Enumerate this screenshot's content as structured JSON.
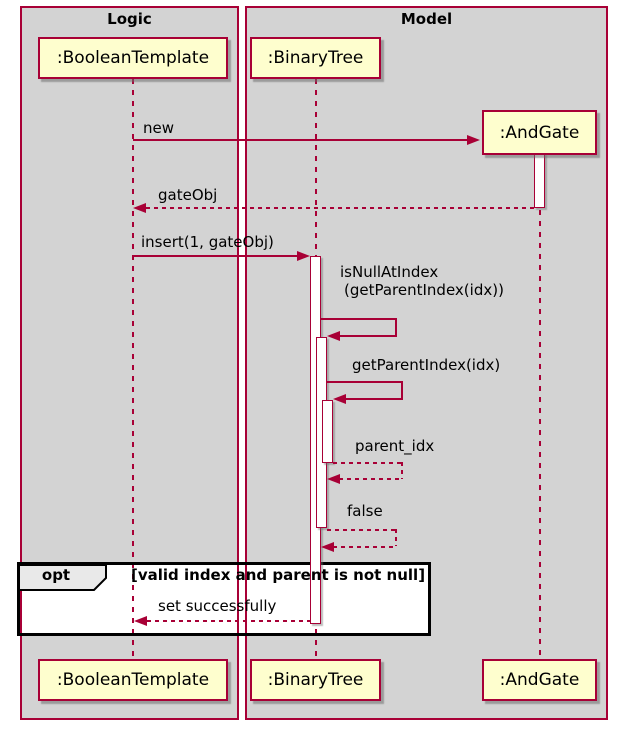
{
  "diagram": {
    "type": "uml-sequence-diagram",
    "frames": [
      {
        "title": "Logic"
      },
      {
        "title": "Model"
      }
    ],
    "participants": [
      {
        "id": "boolean-template",
        "label": ":BooleanTemplate",
        "frame": "Logic"
      },
      {
        "id": "binary-tree",
        "label": ":BinaryTree",
        "frame": "Model"
      },
      {
        "id": "and-gate",
        "label": ":AndGate",
        "frame": "Model",
        "created_by_message": "new"
      }
    ],
    "messages": [
      {
        "label": "new",
        "from": ":BooleanTemplate",
        "to": ":AndGate",
        "style": "solid"
      },
      {
        "label": "gateObj",
        "from": ":AndGate",
        "to": ":BooleanTemplate",
        "style": "dashed-return"
      },
      {
        "label": "insert(1, gateObj)",
        "from": ":BooleanTemplate",
        "to": ":BinaryTree",
        "style": "solid"
      },
      {
        "label": "isNullAtIndex",
        "label_line2": "(getParentIndex(idx))",
        "from": ":BinaryTree",
        "to": ":BinaryTree",
        "style": "solid-self"
      },
      {
        "label": "getParentIndex(idx)",
        "from": ":BinaryTree",
        "to": ":BinaryTree",
        "style": "solid-self"
      },
      {
        "label": "parent_idx",
        "from": ":BinaryTree",
        "to": ":BinaryTree",
        "style": "dashed-self-return"
      },
      {
        "label": "false",
        "from": ":BinaryTree",
        "to": ":BinaryTree",
        "style": "dashed-self-return"
      },
      {
        "label": "set successfully",
        "from": ":BinaryTree",
        "to": ":BooleanTemplate",
        "style": "dashed-return"
      }
    ],
    "fragment": {
      "operator": "opt",
      "guard": "[valid index and parent is not null]"
    },
    "colors": {
      "accent": "#a80036",
      "participant_fill": "#fefece",
      "frame_fill": "#d3d3d3",
      "fragment_border": "#000000",
      "background": "#ffffff"
    }
  }
}
